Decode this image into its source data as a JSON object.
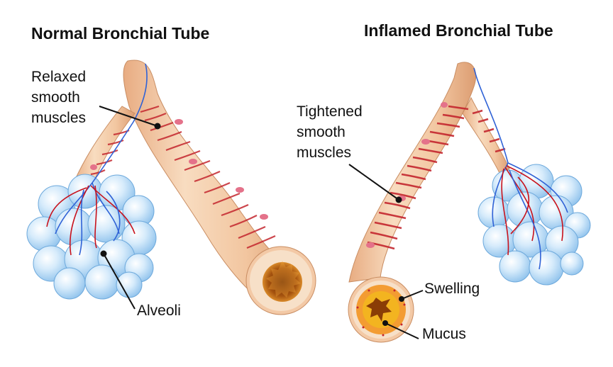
{
  "panels": {
    "normal": {
      "title": "Normal Bronchial Tube",
      "muscle_label": [
        "Relaxed",
        "smooth",
        "muscles"
      ],
      "alveoli_label": "Alveoli"
    },
    "inflamed": {
      "title": "Inflamed Bronchial Tube",
      "muscle_label": [
        "Tightened",
        "smooth",
        "muscles"
      ],
      "swelling_label": "Swelling",
      "mucus_label": "Mucus"
    }
  },
  "colors": {
    "tube": "#f3c9a6",
    "muscle": "#c4262e",
    "alveoli": "#c9e4f8",
    "vein": "#2f62d6",
    "artery": "#c8121c",
    "mucus": "#f3b420",
    "lumen": "#8a3d06"
  }
}
